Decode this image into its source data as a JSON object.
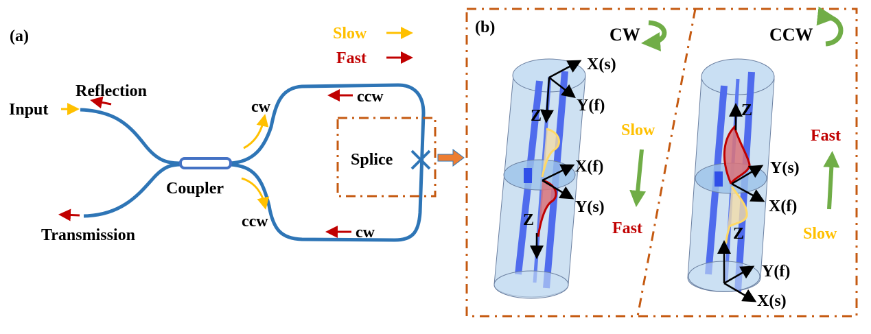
{
  "colors": {
    "fiber": "#2E75B6",
    "coupler": "#4472C4",
    "slow": "#FFC000",
    "fast": "#C00000",
    "frame": "#C55A11",
    "splice_arrow": "#ED7D31",
    "rotation_arrow": "#70AD47",
    "cylinder": "#BDD7EE",
    "rod": "#4F6BED"
  },
  "panel_a": {
    "label": "(a)",
    "legend": {
      "slow": "Slow",
      "fast": "Fast"
    },
    "input": "Input",
    "reflection": "Reflection",
    "transmission": "Transmission",
    "coupler": "Coupler",
    "cw_upper": "cw",
    "ccw_lower": "ccw",
    "loop_top": "ccw",
    "loop_bottom": "cw",
    "splice": "Splice"
  },
  "panel_b": {
    "label": "(b)",
    "left": {
      "title": "CW",
      "x_top": "X(s)",
      "y_top": "Y(f)",
      "z_top": "Z",
      "x_mid": "X(f)",
      "y_mid": "Y(s)",
      "z_bottom": "Z",
      "slow": "Slow",
      "fast": "Fast"
    },
    "right": {
      "title": "CCW",
      "z_top": "Z",
      "y_mid": "Y(s)",
      "x_mid": "X(f)",
      "z_bottom": "Z",
      "y_bottom": "Y(f)",
      "x_bottom": "X(s)",
      "fast": "Fast",
      "slow": "Slow"
    }
  }
}
